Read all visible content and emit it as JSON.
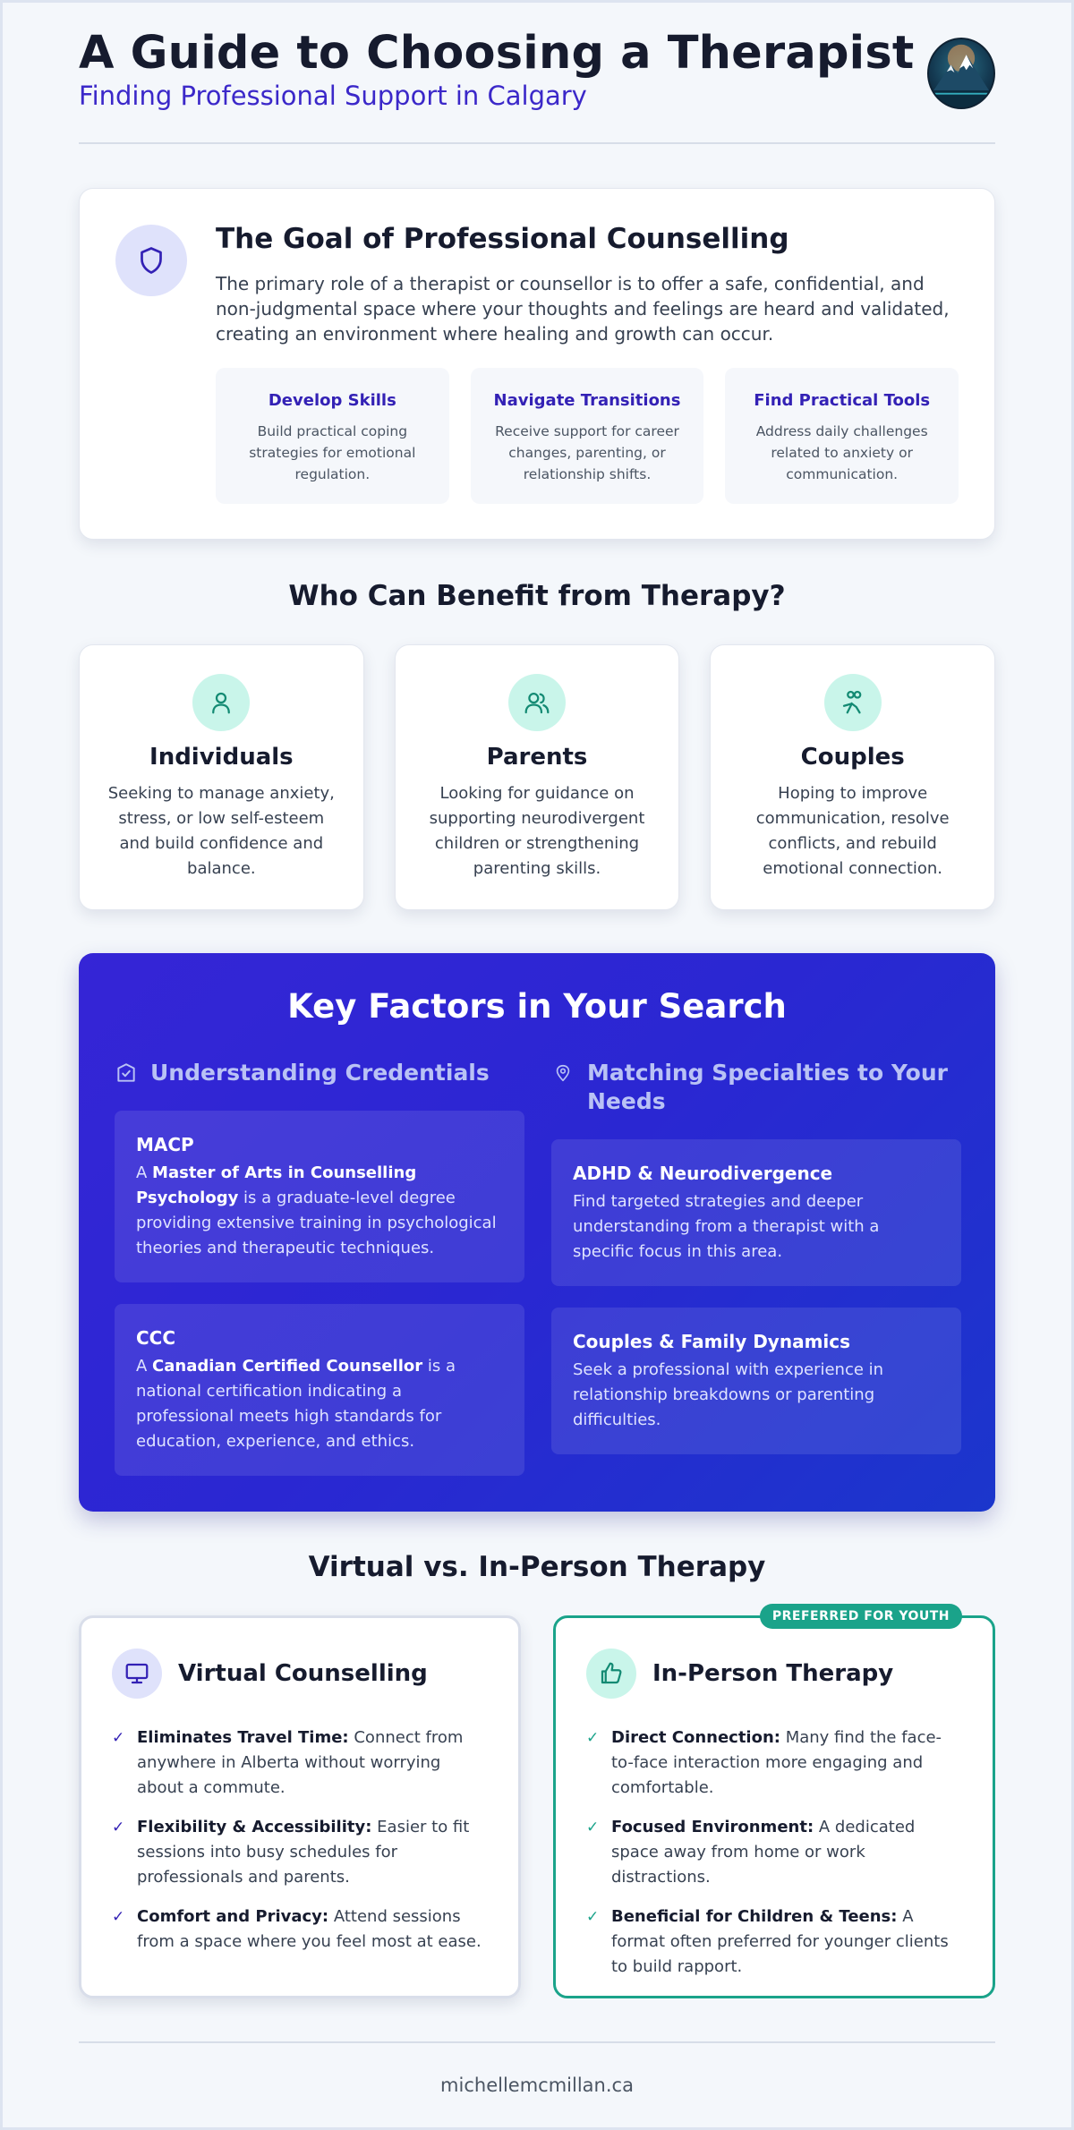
{
  "header": {
    "title": "A Guide to Choosing a Therapist",
    "subtitle": "Finding Professional Support in Calgary"
  },
  "goal": {
    "title": "The Goal of Professional Counselling",
    "text": "The primary role of a therapist or counsellor is to offer a safe, confidential, and non-judgmental space where your thoughts and feelings are heard and validated, creating an environment where healing and growth can occur.",
    "boxes": [
      {
        "title": "Develop Skills",
        "text": "Build practical coping strategies for emotional regulation."
      },
      {
        "title": "Navigate Transitions",
        "text": "Receive support for career changes, parenting, or relationship shifts."
      },
      {
        "title": "Find Practical Tools",
        "text": "Address daily challenges related to anxiety or communication."
      }
    ]
  },
  "benefits": {
    "heading": "Who Can Benefit from Therapy?",
    "cards": [
      {
        "icon": "person-icon",
        "title": "Individuals",
        "text": "Seeking to manage anxiety, stress, or low self-esteem and build confidence and balance."
      },
      {
        "icon": "users-icon",
        "title": "Parents",
        "text": "Looking for guidance on supporting neurodivergent children or strengthening parenting skills."
      },
      {
        "icon": "couple-icon",
        "title": "Couples",
        "text": "Hoping to improve communication, resolve conflicts, and rebuild emotional connection."
      }
    ]
  },
  "factors": {
    "title": "Key Factors in Your Search",
    "credentials": {
      "heading": "Understanding Credentials",
      "items": [
        {
          "title": "MACP",
          "pre": "A ",
          "bold": "Master of Arts in Counselling Psychology",
          "post": " is a graduate-level degree providing extensive training in psychological theories and therapeutic techniques."
        },
        {
          "title": "CCC",
          "pre": "A ",
          "bold": "Canadian Certified Counsellor",
          "post": " is a national certification indicating a professional meets high standards for education, experience, and ethics."
        }
      ]
    },
    "specialties": {
      "heading": "Matching Specialties to Your Needs",
      "items": [
        {
          "title": "ADHD & Neurodivergence",
          "text": "Find targeted strategies and deeper understanding from a therapist with a specific focus in this area."
        },
        {
          "title": "Couples & Family Dynamics",
          "text": "Seek a professional with experience in relationship breakdowns or parenting difficulties."
        }
      ]
    }
  },
  "compare": {
    "heading": "Virtual vs. In-Person Therapy",
    "virtual": {
      "title": "Virtual Counselling",
      "items": [
        {
          "bold": "Eliminates Travel Time:",
          "text": " Connect from anywhere in Alberta without worrying about a commute."
        },
        {
          "bold": "Flexibility & Accessibility:",
          "text": " Easier to fit sessions into busy schedules for professionals and parents."
        },
        {
          "bold": "Comfort and Privacy:",
          "text": " Attend sessions from a space where you feel most at ease."
        }
      ]
    },
    "inperson": {
      "badge": "PREFERRED FOR YOUTH",
      "title": "In-Person Therapy",
      "items": [
        {
          "bold": "Direct Connection:",
          "text": " Many find the face-to-face interaction more engaging and comfortable."
        },
        {
          "bold": "Focused Environment:",
          "text": " A dedicated space away from home or work distractions."
        },
        {
          "bold": "Beneficial for Children & Teens:",
          "text": " A format often preferred for younger clients to build rapport."
        }
      ]
    },
    "check": "✓"
  },
  "footer": {
    "site": "michellemcmillan.ca"
  },
  "colors": {
    "primary": "#3321b5",
    "accent": "#1aa38a",
    "panel": "#2a27d2"
  }
}
